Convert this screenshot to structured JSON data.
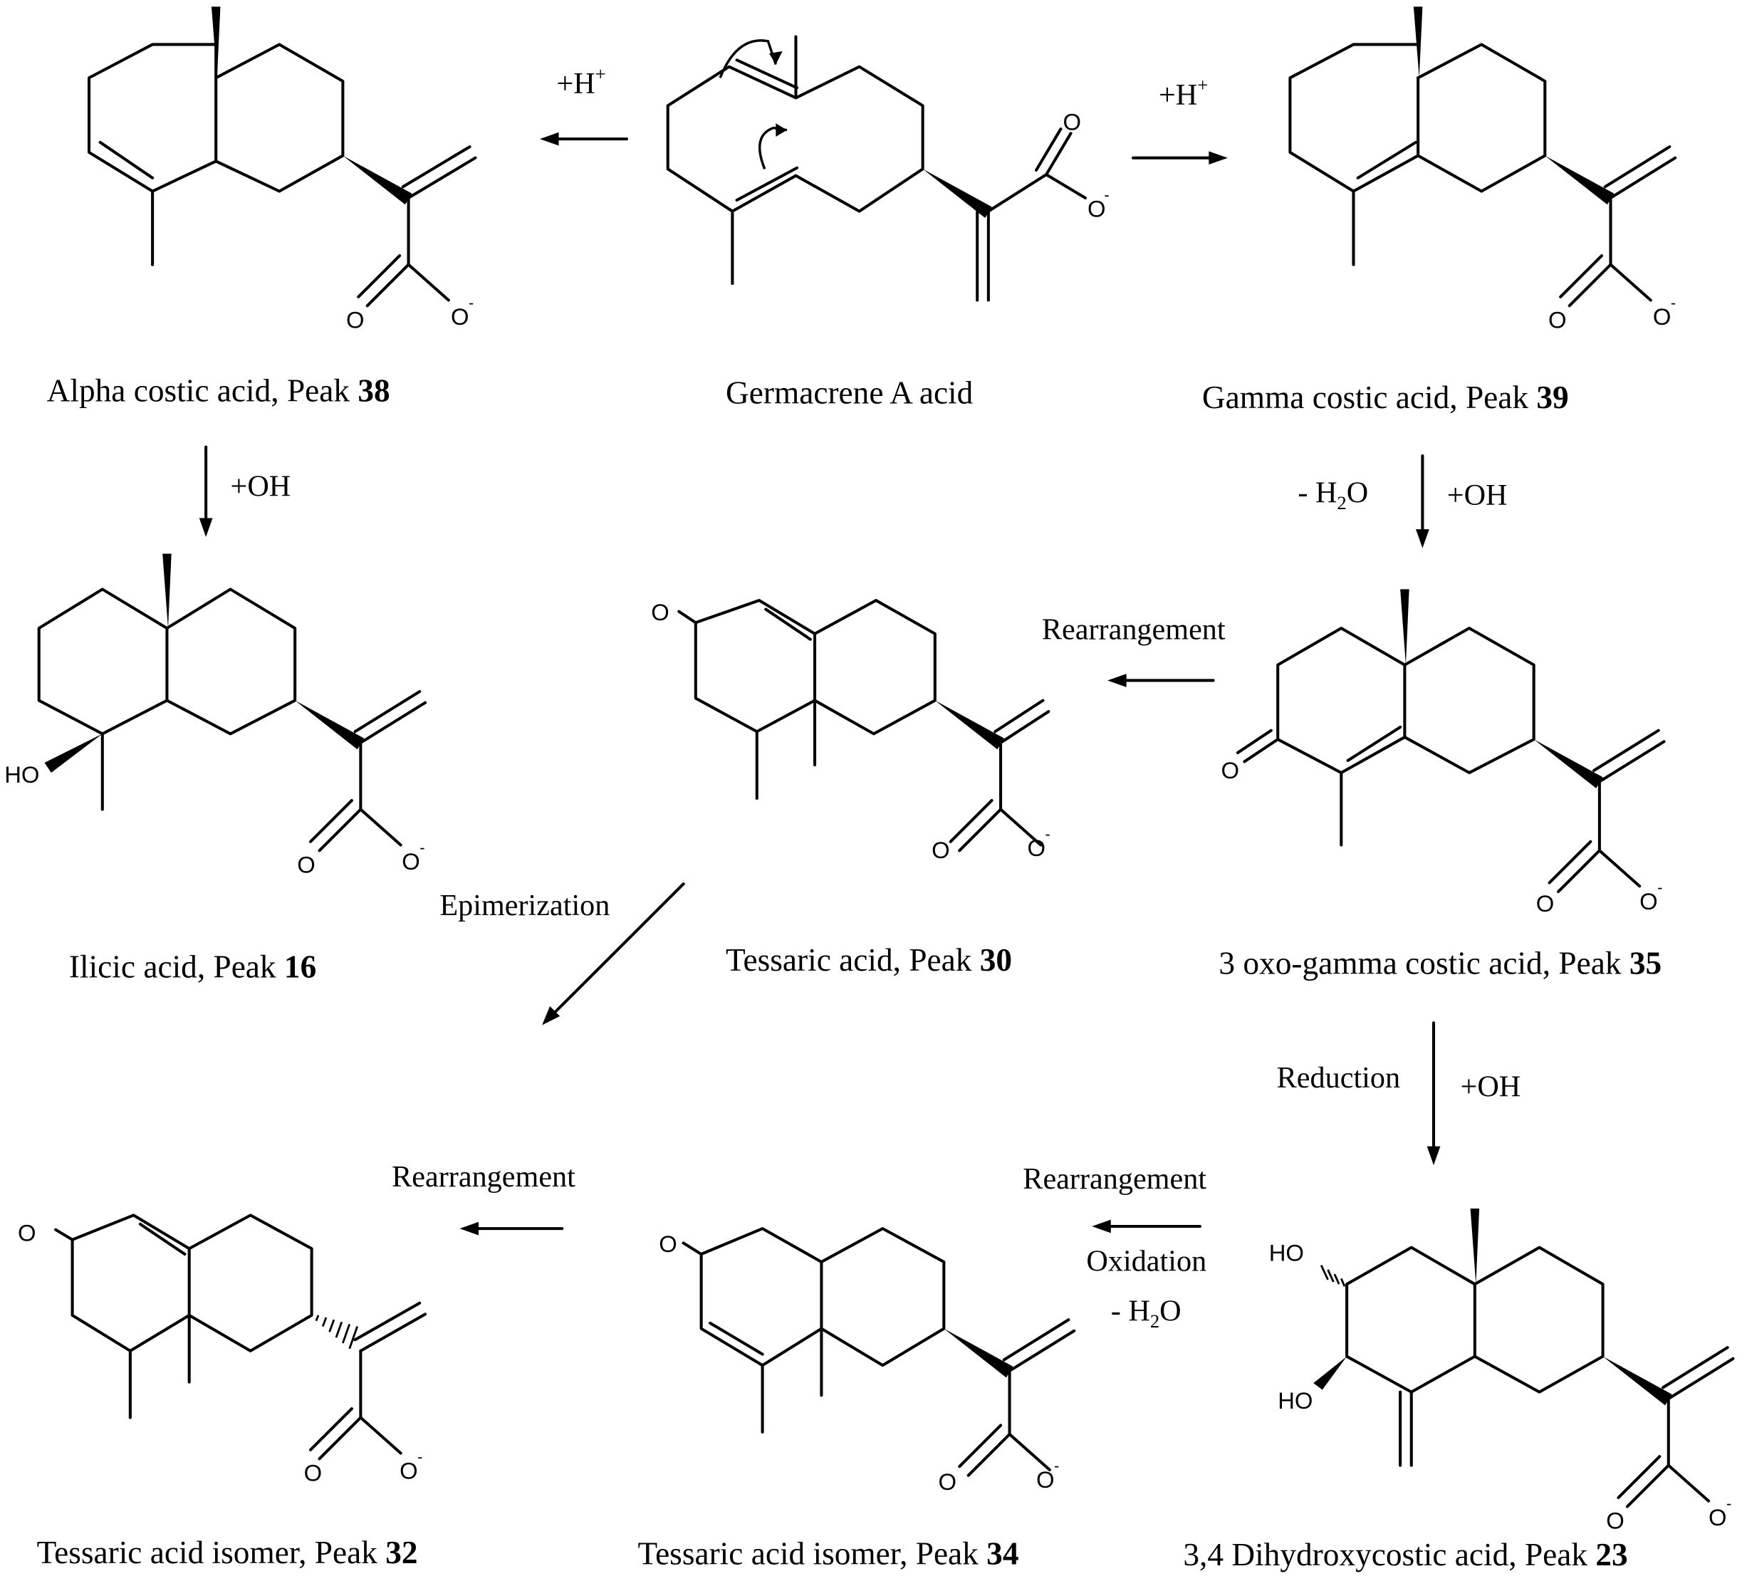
{
  "compounds": {
    "germacrene": {
      "name": "Germacrene A acid"
    },
    "alpha_costic": {
      "name": "Alpha costic acid, Peak ",
      "peak": "38"
    },
    "gamma_costic": {
      "name": "Gamma costic acid, Peak ",
      "peak": "39"
    },
    "ilicic": {
      "name": "Ilicic acid, Peak ",
      "peak": "16"
    },
    "tessaric": {
      "name": "Tessaric acid, Peak ",
      "peak": "30"
    },
    "oxo_gamma": {
      "name": "3 oxo-gamma costic acid, Peak ",
      "peak": "35"
    },
    "tessaric_isomer_32": {
      "name": "Tessaric acid isomer, Peak ",
      "peak": "32"
    },
    "tessaric_isomer_34": {
      "name": "Tessaric acid isomer, Peak ",
      "peak": "34"
    },
    "dihydroxy": {
      "name": "3,4 Dihydroxycostic acid, Peak ",
      "peak": "23"
    }
  },
  "conditions": {
    "proton_left": {
      "base": "+H",
      "sup": "+"
    },
    "proton_right": {
      "base": "+H",
      "sup": "+"
    },
    "hydroxylation_1": "+OH",
    "dehydration_1": {
      "prefix": "- H",
      "sub": "2",
      "suffix": "O"
    },
    "hydroxylation_2": "+OH",
    "rearrangement_1": "Rearrangement",
    "epimerization": "Epimerization",
    "reduction": "Reduction",
    "hydroxylation_3": "+OH",
    "rearrangement_2": "Rearrangement",
    "oxidation": "Oxidation",
    "dehydration_2": {
      "prefix": "- H",
      "sub": "2",
      "suffix": "O"
    },
    "rearrangement_3": "Rearrangement"
  },
  "atoms": {
    "oxygen": "O",
    "oxide_charge": "-",
    "hydroxyl_left": "HO",
    "hydroxyl_right": "HO"
  }
}
